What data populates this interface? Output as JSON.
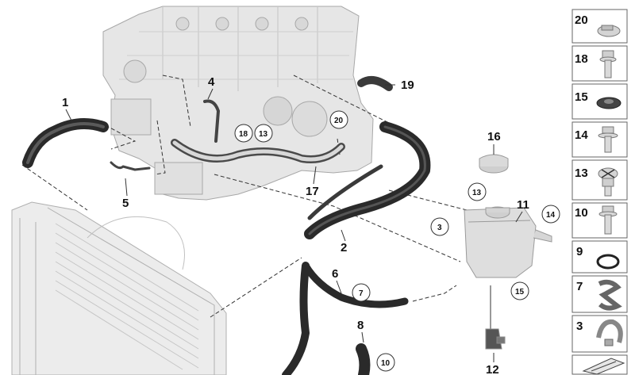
{
  "callouts": {
    "c1": "1",
    "c2": "2",
    "c3": "3",
    "c4": "4",
    "c5": "5",
    "c6": "6",
    "c7": "7",
    "c8": "8",
    "c10": "10",
    "c11": "11",
    "c12": "12",
    "c13a": "13",
    "c13b": "13",
    "c14": "14",
    "c15": "15",
    "c16": "16",
    "c17": "17",
    "c18": "18",
    "c19": "19",
    "c20": "20"
  },
  "parts_panel": [
    {
      "num": "20",
      "icon": "hose-clamp-icon"
    },
    {
      "num": "18",
      "icon": "flange-bolt-icon"
    },
    {
      "num": "15",
      "icon": "grommet-icon"
    },
    {
      "num": "14",
      "icon": "hex-screw-with-washer-icon"
    },
    {
      "num": "13",
      "icon": "bleed-screw-icon"
    },
    {
      "num": "10",
      "icon": "torx-bolt-icon"
    },
    {
      "num": "9",
      "icon": "o-ring-icon"
    },
    {
      "num": "7",
      "icon": "hose-clip-icon"
    },
    {
      "num": "3",
      "icon": "clamp-band-icon"
    },
    {
      "num": "",
      "icon": "gasket-set-icon"
    }
  ],
  "colors": {
    "hose": "#2a2a2a",
    "line_art": "#9a9a9a",
    "engine_fill": "#e4e4e4",
    "text": "#111111"
  }
}
